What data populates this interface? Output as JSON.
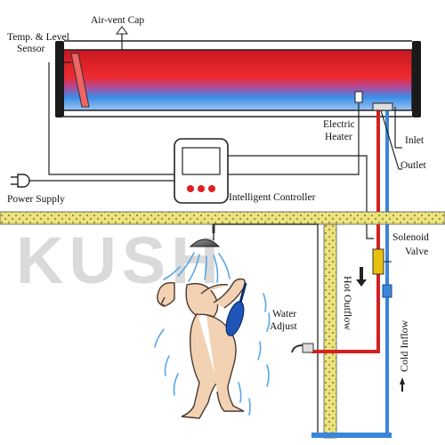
{
  "labels": {
    "air_vent_cap": "Air-vent Cap",
    "temp_level_sensor_1": "Temp. & Level",
    "temp_level_sensor_2": "Sensor",
    "electric_heater_1": "Electric",
    "electric_heater_2": "Heater",
    "inlet": "Inlet",
    "outlet": "Outlet",
    "power_supply": "Power Supply",
    "intelligent_controller": "Intelligent Controller",
    "solenoid_valve_1": "Solenoid",
    "solenoid_valve_2": "Valve",
    "water_adjust_1": "Water",
    "water_adjust_2": "Adjust",
    "hot_outflow": "Hot Outflow",
    "cold_inflow": "Cold Inflow"
  },
  "watermark": "KUSH",
  "colors": {
    "tank_hot": "#e8202a",
    "tank_cold": "#2a7de0",
    "hot_pipe": "#d42020",
    "cold_pipe": "#3a86d8",
    "wall": "#e9e07a",
    "skin": "#f3d2b4"
  }
}
